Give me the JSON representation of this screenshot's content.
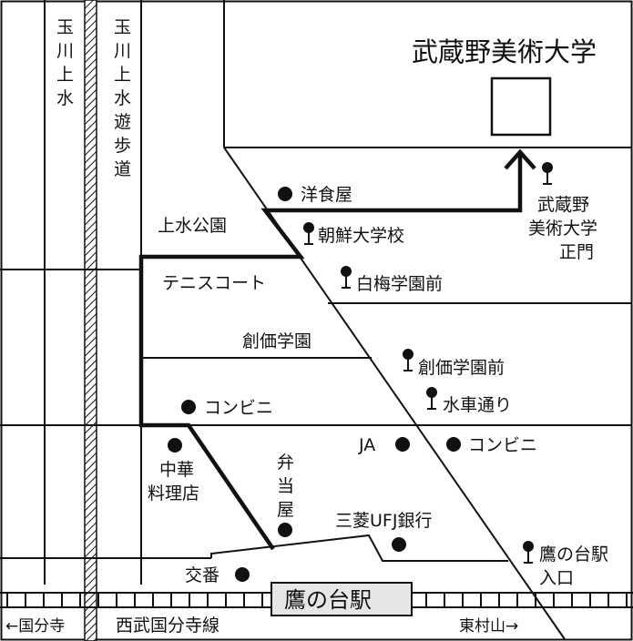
{
  "title": "武蔵野美術大学",
  "areas": {
    "jousui_park": "上水公園",
    "tennis_court": "テニスコート",
    "soka_gakuen": "創価学園"
  },
  "roads": {
    "tamagawa_jousui": [
      "玉",
      "川",
      "上",
      "水"
    ],
    "promenade": [
      "玉",
      "川",
      "上",
      "水",
      "遊",
      "歩",
      "道"
    ]
  },
  "places": {
    "western_restaurant": "洋食屋",
    "convenience_left": "コンビニ",
    "chinese_restaurant": [
      "中華",
      "料理店"
    ],
    "bento_shop": [
      "弁",
      "当",
      "屋"
    ],
    "ja": "JA",
    "convenience_right": "コンビニ",
    "mufg_bank": "三菱UFJ銀行",
    "police_box": "交番"
  },
  "bus_stops": {
    "korean_school": "朝鮮大学校",
    "hakubai": "白梅学園前",
    "soka_mae": "創価学園前",
    "suisha": "水車通り",
    "main_gate": [
      "武蔵野",
      "美術大学",
      "正門"
    ],
    "station_exit": [
      "鷹の台駅",
      "入口"
    ]
  },
  "station": "鷹の台駅",
  "railway": {
    "line_name": "西武国分寺線",
    "to_left": "←国分寺",
    "to_right": "東村山→"
  }
}
